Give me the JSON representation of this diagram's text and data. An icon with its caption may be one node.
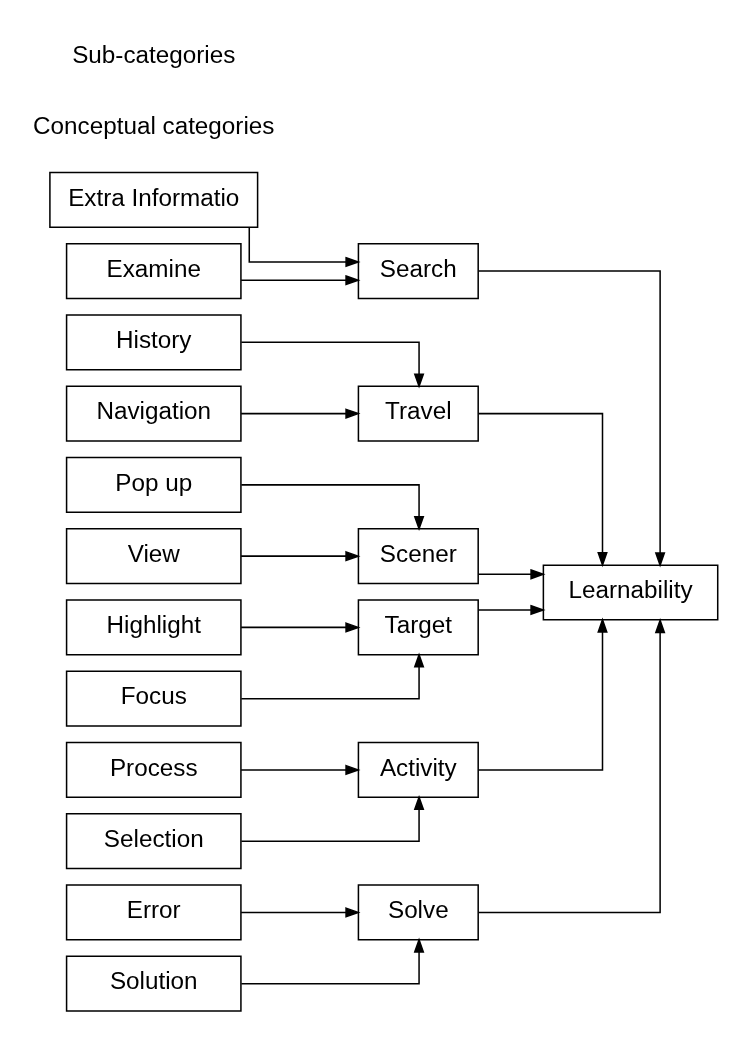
{
  "diagram": {
    "nodes": [
      {
        "text": [
          "Extra Informatio"
        ]
      },
      {
        "text": [
          "Examine"
        ]
      },
      {
        "text": [
          "History"
        ]
      },
      {
        "text": [
          "Navigation"
        ]
      },
      {
        "text": [
          "Pop up"
        ]
      },
      {
        "text": [
          "View"
        ]
      },
      {
        "text": [
          "Highlight"
        ]
      },
      {
        "text": [
          "Focus"
        ]
      },
      {
        "text": [
          "Process"
        ]
      },
      {
        "text": [
          "Selection"
        ]
      },
      {
        "text": [
          "Error"
        ]
      },
      {
        "text": [
          "Solution"
        ]
      },
      {
        "text": [
          "Search"
        ]
      },
      {
        "text": [
          "Travel"
        ]
      },
      {
        "text": [
          "Scener"
        ]
      },
      {
        "text": [
          "Target"
        ]
      },
      {
        "text": [
          "Activity"
        ]
      },
      {
        "text": [
          "Solve"
        ]
      },
      {
        "text": [
          "Learnability"
        ]
      }
    ],
    "edges": [
      {
        "from": 0,
        "to": 12,
        "arrow": "to"
      },
      {
        "from": 1,
        "to": 12,
        "arrow": "to"
      },
      {
        "from": 2,
        "to": 13,
        "arrow": "to"
      },
      {
        "from": 3,
        "to": 13,
        "arrow": "to"
      },
      {
        "from": 4,
        "to": 14,
        "arrow": "to"
      },
      {
        "from": 5,
        "to": 14,
        "arrow": "to"
      },
      {
        "from": 6,
        "to": 15,
        "arrow": "to"
      },
      {
        "from": 7,
        "to": 15,
        "arrow": "to"
      },
      {
        "from": 8,
        "to": 16,
        "arrow": "to"
      },
      {
        "from": 9,
        "to": 16,
        "arrow": "to"
      },
      {
        "from": 10,
        "to": 17,
        "arrow": "to"
      },
      {
        "from": 11,
        "to": 17,
        "arrow": "to"
      },
      {
        "from": 12,
        "to": 18,
        "arrow": "to"
      },
      {
        "from": 13,
        "to": 18,
        "arrow": "to"
      },
      {
        "from": 14,
        "to": 18,
        "arrow": "to"
      },
      {
        "from": 15,
        "to": 18,
        "arrow": "to"
      },
      {
        "from": 16,
        "to": 18,
        "arrow": "to"
      },
      {
        "from": 17,
        "to": 18,
        "arrow": "to"
      }
    ],
    "labels": [
      "Conceptual categories",
      "Sub-categories"
    ]
  }
}
